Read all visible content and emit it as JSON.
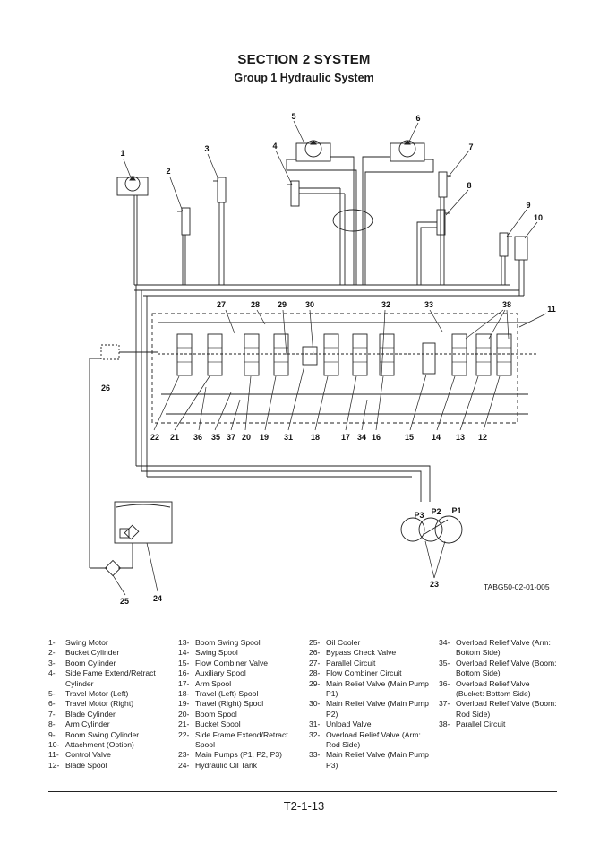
{
  "header": {
    "section_title": "SECTION 2 SYSTEM",
    "group_title": "Group 1 Hydraulic System"
  },
  "diagram": {
    "figure_code": "TABG50-02-01-005",
    "callouts": [
      "1",
      "2",
      "3",
      "4",
      "5",
      "6",
      "7",
      "8",
      "9",
      "10",
      "11",
      "27",
      "28",
      "29",
      "30",
      "32",
      "33",
      "38",
      "26",
      "22",
      "21",
      "36",
      "35",
      "37",
      "20",
      "19",
      "31",
      "18",
      "17",
      "34",
      "16",
      "15",
      "14",
      "13",
      "12",
      "P3",
      "P2",
      "P1",
      "23",
      "25",
      "24"
    ]
  },
  "legend": {
    "columns": [
      [
        {
          "num": "1-",
          "text": "Swing Motor"
        },
        {
          "num": "2-",
          "text": "Bucket Cylinder"
        },
        {
          "num": "3-",
          "text": "Boom Cylinder"
        },
        {
          "num": "4-",
          "text": "Side Fame Extend/Retract Cylinder"
        },
        {
          "num": "5-",
          "text": "Travel Motor (Left)"
        },
        {
          "num": "6-",
          "text": "Travel Motor (Right)"
        },
        {
          "num": "7-",
          "text": "Blade Cylinder"
        },
        {
          "num": "8-",
          "text": "Arm Cylinder"
        },
        {
          "num": "9-",
          "text": "Boom Swing Cylinder"
        },
        {
          "num": "10-",
          "text": "Attachment (Option)"
        },
        {
          "num": "11-",
          "text": "Control Valve"
        },
        {
          "num": "12-",
          "text": "Blade Spool"
        }
      ],
      [
        {
          "num": "13-",
          "text": "Boom Swing Spool"
        },
        {
          "num": "14-",
          "text": "Swing Spool"
        },
        {
          "num": "15-",
          "text": "Flow Combiner Valve"
        },
        {
          "num": "16-",
          "text": "Auxiliary Spool"
        },
        {
          "num": "17-",
          "text": "Arm Spool"
        },
        {
          "num": "18-",
          "text": "Travel (Left) Spool"
        },
        {
          "num": "19-",
          "text": "Travel (Right) Spool"
        },
        {
          "num": "20-",
          "text": "Boom Spool"
        },
        {
          "num": "21-",
          "text": "Bucket Spool"
        },
        {
          "num": "22-",
          "text": "Side Frame Extend/Retract Spool"
        },
        {
          "num": "23-",
          "text": "Main Pumps (P1, P2, P3)"
        },
        {
          "num": "24-",
          "text": "Hydraulic Oil Tank"
        }
      ],
      [
        {
          "num": "25-",
          "text": "Oil Cooler"
        },
        {
          "num": "26-",
          "text": "Bypass Check Valve"
        },
        {
          "num": "27-",
          "text": "Parallel Circuit"
        },
        {
          "num": "28-",
          "text": "Flow Combiner Circuit"
        },
        {
          "num": "29-",
          "text": "Main Relief Valve (Main Pump P1)"
        },
        {
          "num": "30-",
          "text": "Main Relief Valve (Main Pump P2)"
        },
        {
          "num": "31-",
          "text": "Unload Valve"
        },
        {
          "num": "32-",
          "text": "Overload Relief Valve (Arm: Rod Side)"
        },
        {
          "num": "33-",
          "text": "Main Relief Valve (Main Pump P3)"
        }
      ],
      [
        {
          "num": "34-",
          "text": "Overload Relief Valve (Arm: Bottom Side)"
        },
        {
          "num": "35-",
          "text": "Overload Relief Valve (Boom: Bottom Side)"
        },
        {
          "num": "36-",
          "text": "Overload Relief Valve (Bucket: Bottom Side)"
        },
        {
          "num": "37-",
          "text": "Overload Relief Valve (Boom: Rod Side)"
        },
        {
          "num": "38-",
          "text": "Parallel Circuit"
        }
      ]
    ]
  },
  "footer": {
    "page_number": "T2-1-13"
  }
}
